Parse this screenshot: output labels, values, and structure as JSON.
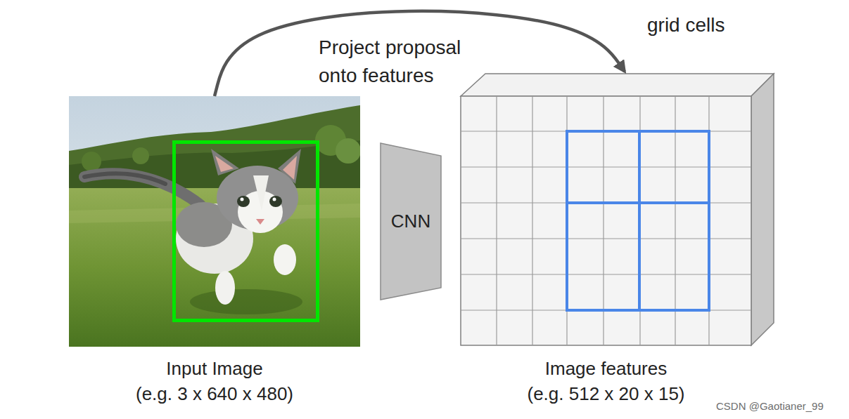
{
  "diagram": {
    "nodes": [
      {
        "text": [
          "Input Image",
          "(e.g. 3 x 640 x 480)"
        ]
      },
      {
        "text": [
          "CNN"
        ]
      },
      {
        "text": [
          "Image features",
          "(e.g. 512 x 20 x 15)"
        ]
      }
    ],
    "edges": [
      {
        "from": 0,
        "to": 2,
        "arrow": "to",
        "label": "Project proposal onto features"
      }
    ],
    "labels": [
      "grid cells",
      "CSDN @Gaotianer_99"
    ]
  }
}
